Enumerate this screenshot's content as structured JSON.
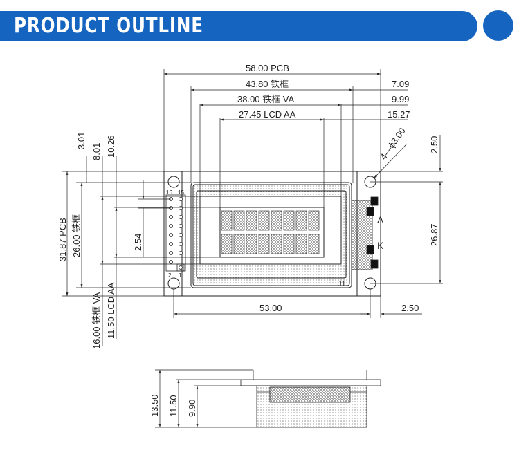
{
  "header": {
    "title": "PRODUCT OUTLINE",
    "accent_color": "#1565c0"
  },
  "top_view": {
    "top_dims": {
      "pcb": "58.00 PCB",
      "frame": "43.80 铁框",
      "va": "38.00 铁框 VA",
      "aa": "27.45 LCD AA"
    },
    "right_dims": {
      "d1": "7.09",
      "d2": "9.99",
      "d3": "15.27"
    },
    "hole_label": "4—ϕ3.00",
    "right_vertical": {
      "top_offset": "2.50",
      "hole_pitch": "26.87"
    },
    "left_vertical": {
      "d301": "3.01",
      "d801": "8.01",
      "d1026": "10.26",
      "pcb": "31.87 PCB",
      "frame": "26.00 铁框",
      "pitch": "2.54",
      "va": "16.00 铁框 VA",
      "aa": "11.50 LCD AA"
    },
    "bottom_dims": {
      "holes": "53.00",
      "right": "2.50"
    },
    "connector": {
      "pin16": "16",
      "pin15": "15",
      "pin2": "2",
      "pin1": "1"
    },
    "backlight": {
      "anode": "A",
      "cathode": "K"
    },
    "j1_label": "J1"
  },
  "side_view": {
    "total": "13.50",
    "middle": "11.50",
    "inner": "9.90"
  }
}
